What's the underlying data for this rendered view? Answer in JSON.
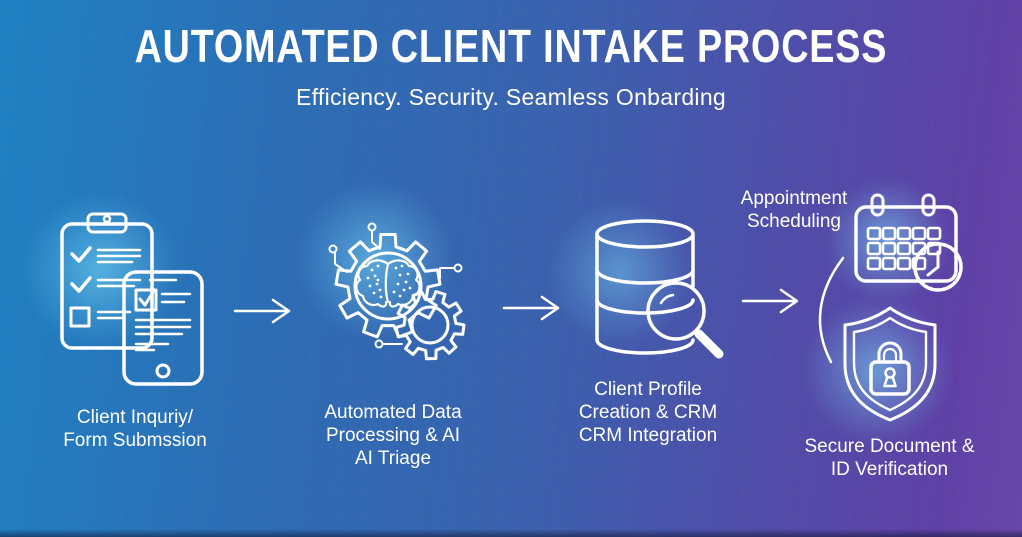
{
  "header": {
    "title": "AUTOMATED CLIENT INTAKE PROCESS",
    "subtitle": "Efficiency. Security. Seamless Onbarding"
  },
  "flow": {
    "stage1": {
      "icon": "clipboard-checklist-tablet-icon",
      "lines": [
        "Client Inquriy/",
        "Form Submssion"
      ]
    },
    "stage2": {
      "icon": "gears-ai-brain-icon",
      "lines": [
        "Automated Data",
        "Processing & AI",
        "AI Triage"
      ]
    },
    "stage3": {
      "icon": "database-magnifier-icon",
      "lines": [
        "Client Profile",
        "Creation & CRM",
        "CRM Integration"
      ]
    },
    "stage4a": {
      "icon": "calendar-clock-icon",
      "lines": [
        "Appointment",
        "Scheduling"
      ]
    },
    "stage4b": {
      "icon": "shield-padlock-icon",
      "lines": [
        "Secure Document &",
        "ID Verification"
      ]
    }
  },
  "connectors": {
    "arrow_count": 3,
    "branch_arc": "curved-bracket-left"
  },
  "colors": {
    "background_left": "#1f81c2",
    "background_mid": "#3a62ae",
    "background_right": "#5f41a6",
    "line_art": "#ffffff",
    "glow": "#7de0ff",
    "text": "#ffffff"
  }
}
